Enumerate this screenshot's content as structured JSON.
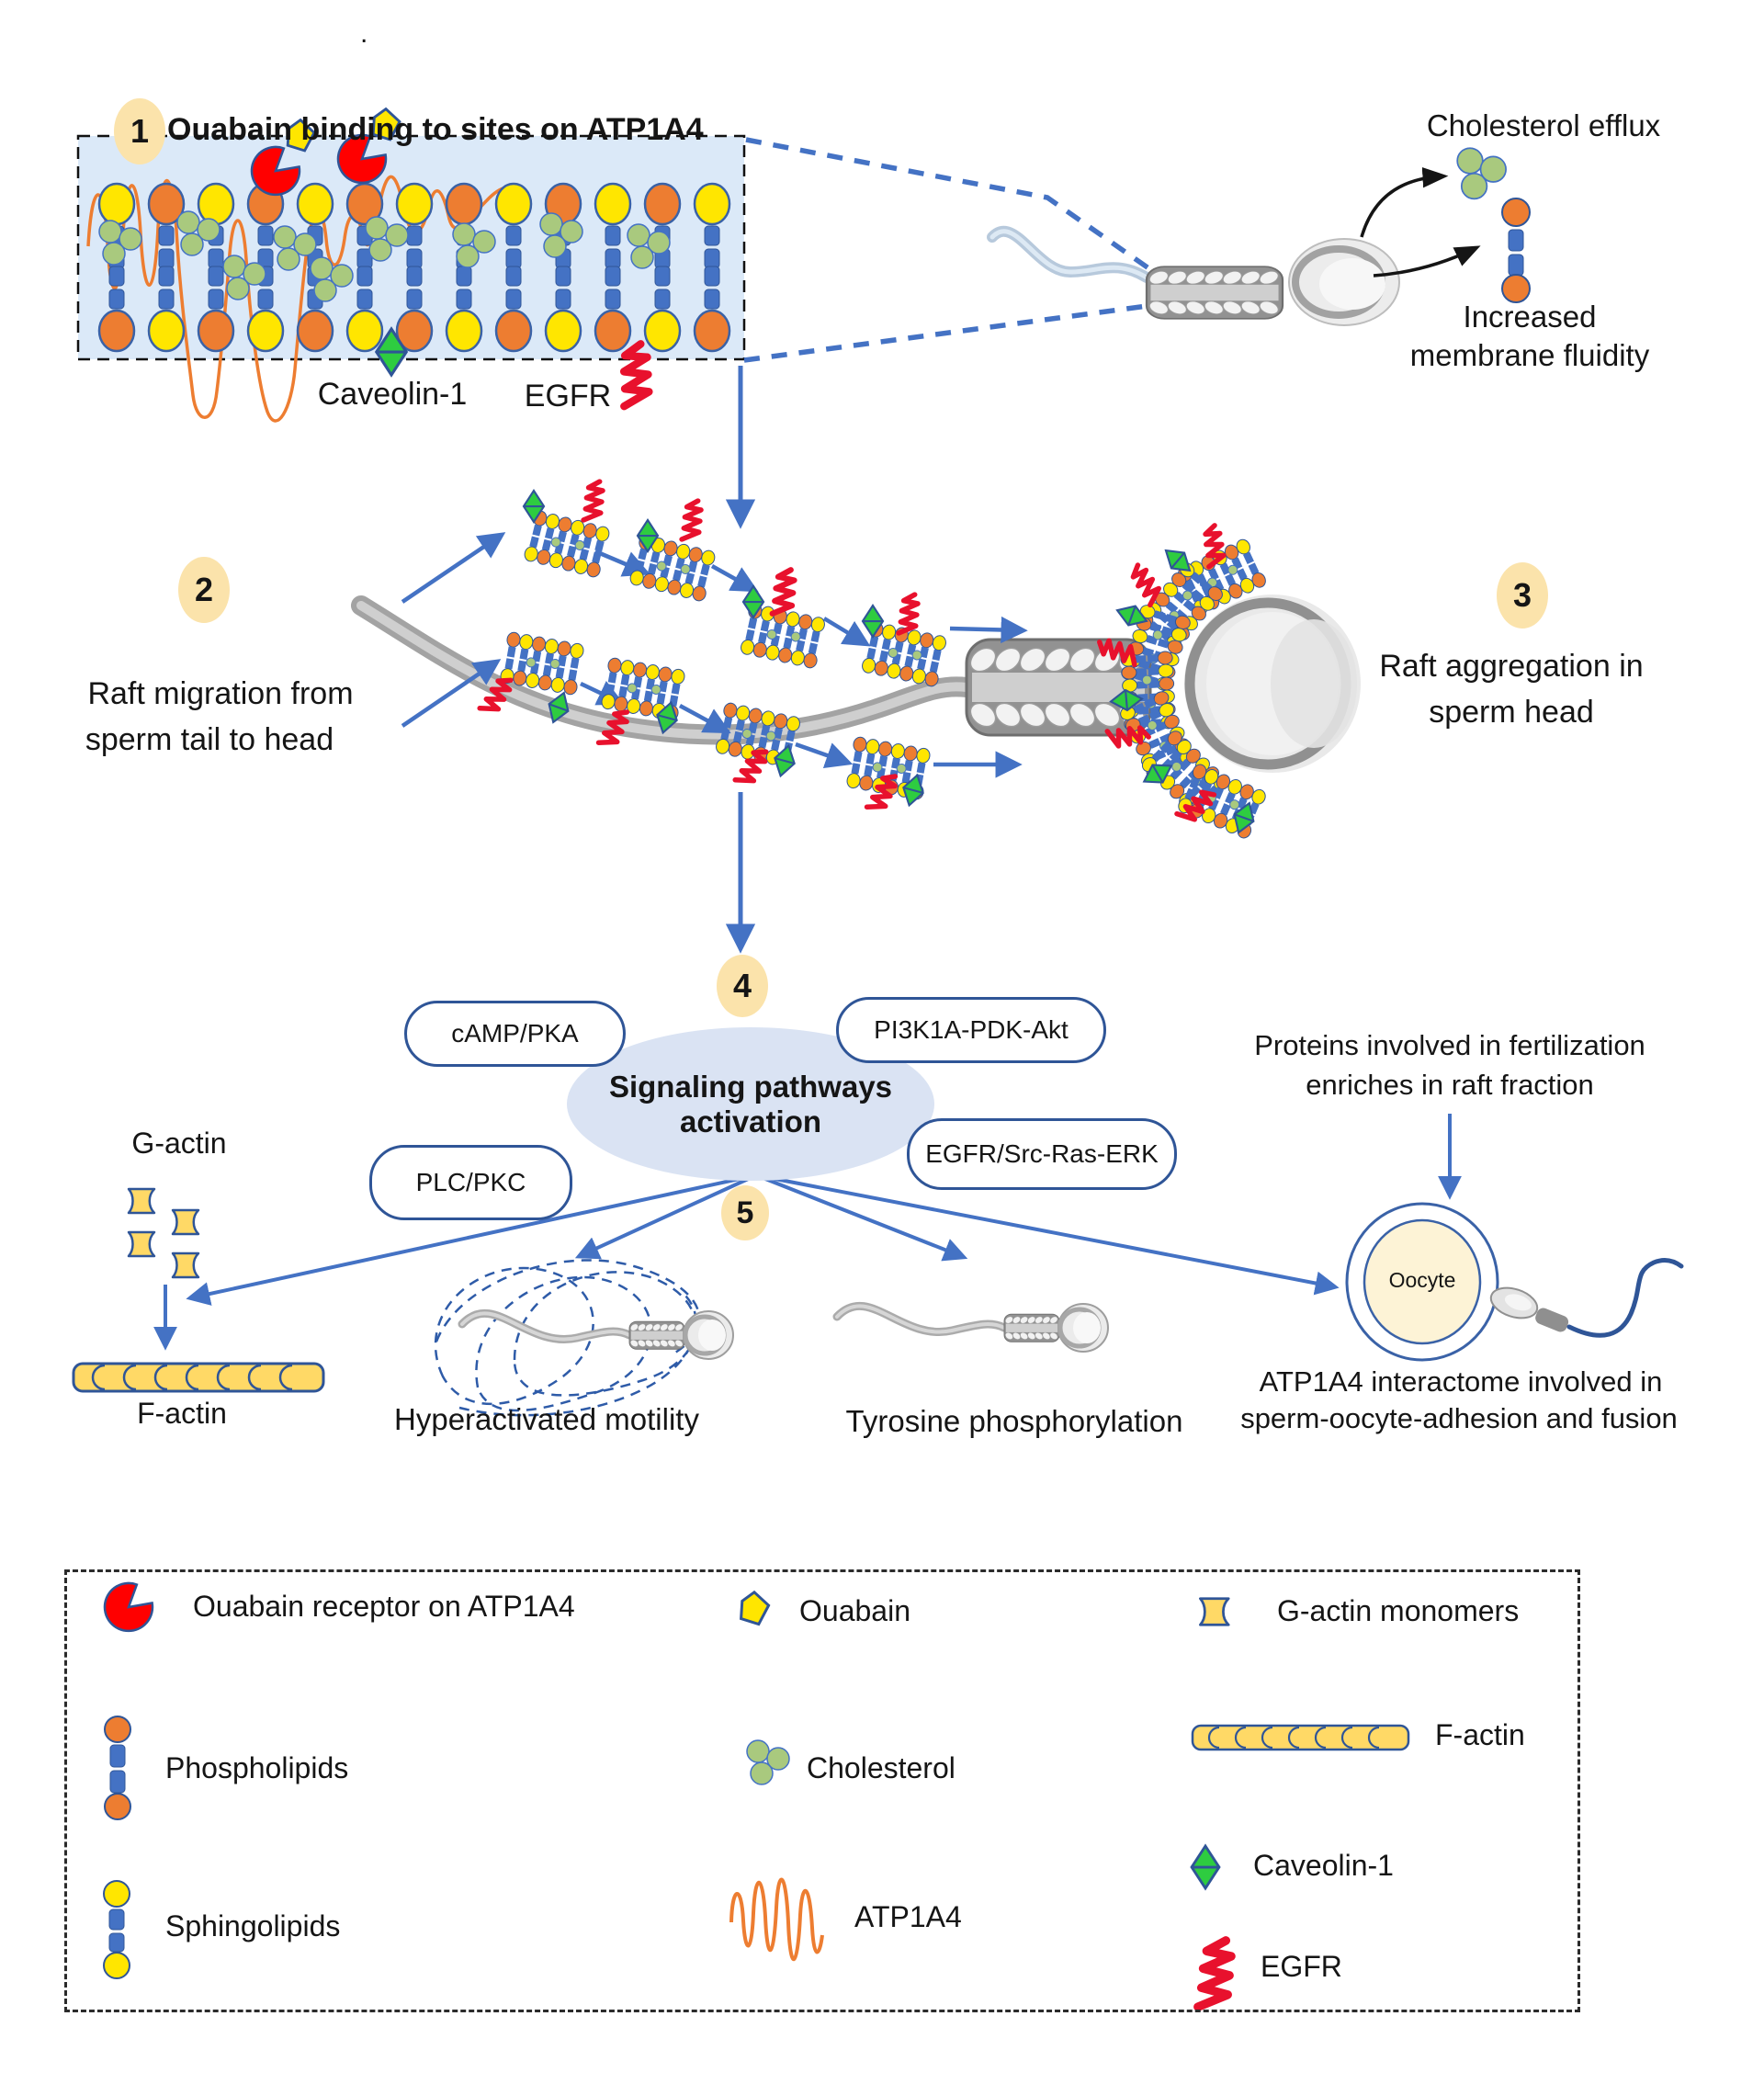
{
  "top_dot": ".",
  "s1": {
    "num": "1",
    "title": "Ouabain binding to sites on ATP1A4",
    "caveolin": "Caveolin-1",
    "egfr": "EGFR"
  },
  "tr": {
    "efflux": "Cholesterol efflux",
    "fluidity1": "Increased",
    "fluidity2": "membrane fluidity"
  },
  "s2": {
    "num": "2",
    "line1": "Raft migration from",
    "line2": "sperm tail to head"
  },
  "s3": {
    "num": "3",
    "line1": "Raft aggregation in",
    "line2": "sperm head"
  },
  "s4": {
    "num": "4",
    "ellipse1": "Signaling pathways",
    "ellipse2": "activation",
    "pill1": "cAMP/PKA",
    "pill2": "PI3K1A-PDK-Akt",
    "pill3": "PLC/PKC",
    "pill4": "EGFR/Src-Ras-ERK"
  },
  "s5": {
    "num": "5",
    "g_actin": "G-actin",
    "f_actin": "F-actin",
    "hyper": "Hyperactivated motility",
    "tyrosine": "Tyrosine phosphorylation",
    "proteins1": "Proteins involved in fertilization",
    "proteins2": "enriches in raft fraction",
    "oocyte": "Oocyte",
    "interactome1": "ATP1A4 interactome involved in",
    "interactome2": "sperm-oocyte-adhesion and fusion"
  },
  "legend": {
    "ouabain_receptor": "Ouabain receptor on ATP1A4",
    "phospholipids": "Phospholipids",
    "sphingolipids": "Sphingolipids",
    "ouabain": "Ouabain",
    "cholesterol": "Cholesterol",
    "atp1a4": "ATP1A4",
    "g_actin_monomers": "G-actin monomers",
    "f_actin": "F-actin",
    "caveolin": "Caveolin-1",
    "egfr": "EGFR"
  },
  "icons": {
    "ouabain_receptor": "red-pacman-icon",
    "ouabain": "yellow-pentagon-icon",
    "phospholipid": "orange-head-lipid-icon",
    "sphingolipid": "yellow-head-lipid-icon",
    "cholesterol": "green-circle-cluster-icon",
    "atp1a4": "orange-squiggle-icon",
    "caveolin": "green-diamond-icon",
    "egfr": "red-zigzag-icon",
    "g_actin": "yellow-monomer-icon",
    "f_actin": "yellow-filament-icon"
  },
  "colors": {
    "arrow_blue": "#4472c4",
    "badge_fill": "#fbe3ab",
    "membrane_bg": "#dbe9f8",
    "ellipse_bg": "#dae3f3",
    "pill_border": "#2f5597",
    "head_orange": "#ed7d31",
    "head_yellow": "#ffe600",
    "tail_blue": "#4472c4",
    "cholesterol_green": "#a9c97e",
    "receptor_red": "#ff0000",
    "egfr_red": "#e8112d",
    "caveolin_green": "#2ecc40",
    "actin_yellow": "#ffd966",
    "oocyte_fill": "#fdf3d6"
  }
}
